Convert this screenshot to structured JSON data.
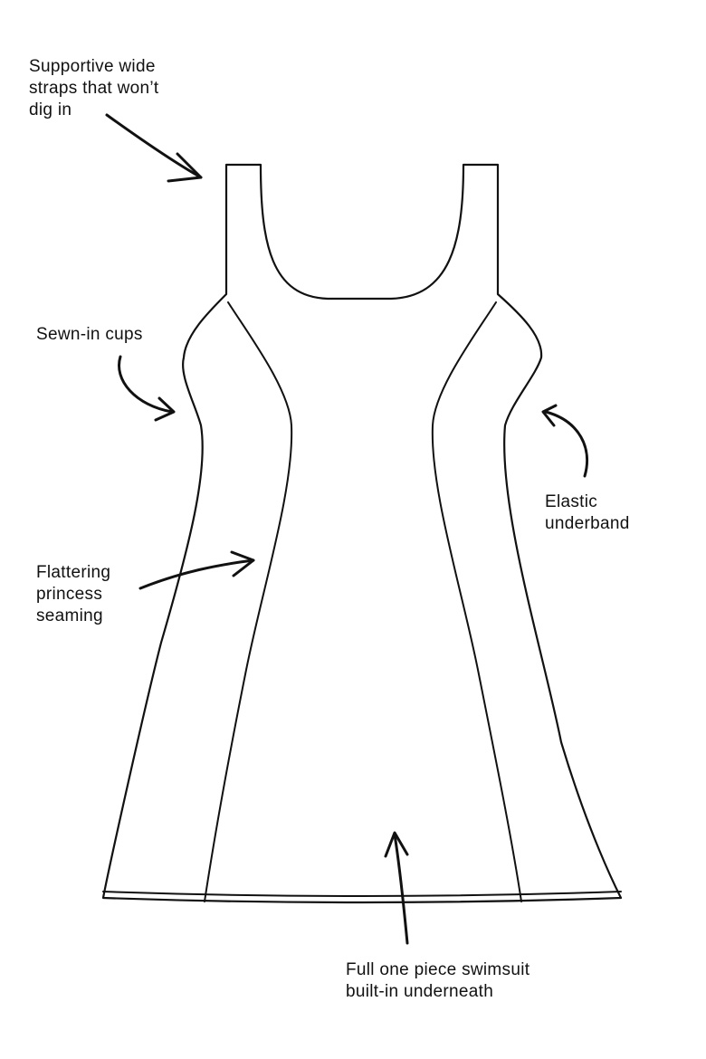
{
  "callouts": {
    "straps": [
      "Supportive wide",
      "straps that won’t",
      "dig in"
    ],
    "cups": [
      "Sewn-in cups"
    ],
    "elastic": [
      "Elastic",
      "underband"
    ],
    "seaming": [
      "Flattering",
      "princess",
      "seaming"
    ],
    "swimsuit": [
      "Full one piece swimsuit",
      "built-in underneath"
    ]
  },
  "colors": {
    "ink": "#111111",
    "background": "#ffffff"
  }
}
